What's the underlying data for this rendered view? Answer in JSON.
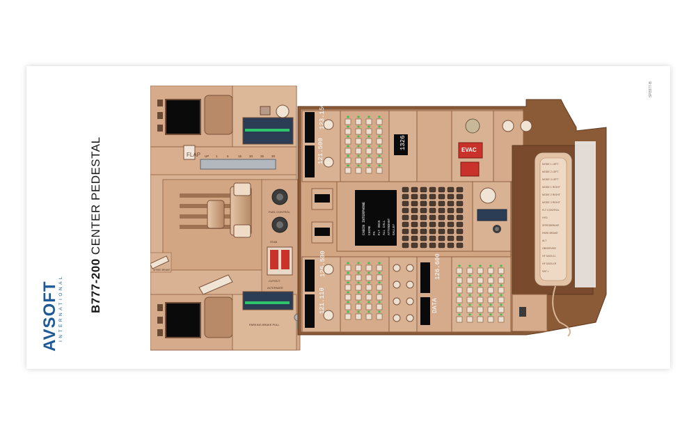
{
  "poster": {
    "title_bold": "B777-200",
    "title_rest": " CENTER PEDESTAL",
    "brand": "AVSOFT",
    "brand_sub": "INTERNATIONAL",
    "code": "SP2877-B"
  },
  "pedestal": {
    "flap_label": "FLAP",
    "flap_detents": [
      "UP",
      "1",
      "5",
      "15",
      "20",
      "25",
      "30"
    ],
    "radio_top_active": "121.500",
    "radio_top_standby": "123.150",
    "radio_bottom_left_active": "121.110",
    "radio_bottom_left_standby": "126.500",
    "radio_bottom_mid": "126.600",
    "radio_bottom_right": "DATA",
    "transponder_code": "1326",
    "evac_label": "EVAC",
    "cdu_title": "CABIN INTERPHONE",
    "cdu_lines": [
      "CHIME",
      "PA",
      "FLT DECK",
      "ALL CALL",
      "ATTENDANT",
      "GALLEY"
    ],
    "handset_lines": [
      "MODE 1 LEFT",
      "MODE 2 LEFT",
      "MODE 3 LEFT",
      "MODE 1 RIGHT",
      "MODE 2 RIGHT",
      "MODE 3 RIGHT",
      "FLT CONTROL",
      "HYD",
      "SPEEDBRAKE",
      "PARK BRAKE",
      "ALT",
      "OBSERVER",
      "HF DATA 1L",
      "HF DATA 1R",
      "SAT L"
    ],
    "fuel_control_label": "FUEL CONTROL",
    "stab_label": "STAB",
    "cutout_label": "CUTOUT",
    "alternate_label": "ALTERNATE",
    "speedbrake_label": "SPEED BRAKE",
    "parking_brake_label": "PARKING BRAKE PULL",
    "colors": {
      "panel": "#d2a583",
      "panel_dark": "#a9764f",
      "shell": "#8b5a36",
      "screen": "#0a0a0a",
      "evac_red": "#c8322a",
      "brand_blue": "#1f5a96"
    }
  }
}
